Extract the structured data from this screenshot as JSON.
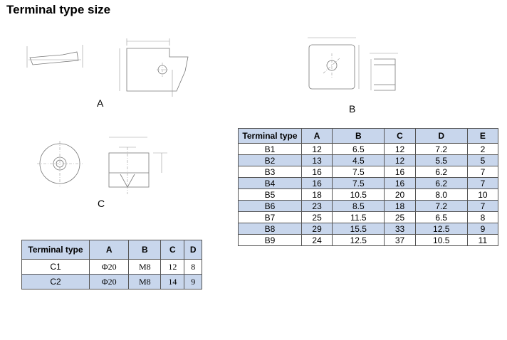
{
  "title": "Terminal type size",
  "figures": {
    "a_label": "A",
    "b_label": "B",
    "c_label": "C"
  },
  "table_b": {
    "headers": [
      "Terminal type",
      "A",
      "B",
      "C",
      "D",
      "E"
    ],
    "rows": [
      [
        "B1",
        "12",
        "6.5",
        "12",
        "7.2",
        "2"
      ],
      [
        "B2",
        "13",
        "4.5",
        "12",
        "5.5",
        "5"
      ],
      [
        "B3",
        "16",
        "7.5",
        "16",
        "6.2",
        "7"
      ],
      [
        "B4",
        "16",
        "7.5",
        "16",
        "6.2",
        "7"
      ],
      [
        "B5",
        "18",
        "10.5",
        "20",
        "8.0",
        "10"
      ],
      [
        "B6",
        "23",
        "8.5",
        "18",
        "7.2",
        "7"
      ],
      [
        "B7",
        "25",
        "11.5",
        "25",
        "6.5",
        "8"
      ],
      [
        "B8",
        "29",
        "15.5",
        "33",
        "12.5",
        "9"
      ],
      [
        "B9",
        "24",
        "12.5",
        "37",
        "10.5",
        "11"
      ]
    ]
  },
  "table_c": {
    "headers": [
      "Terminal type",
      "A",
      "B",
      "C",
      "D"
    ],
    "rows": [
      [
        "C1",
        "Φ20",
        "M8",
        "12",
        "8"
      ],
      [
        "C2",
        "Φ20",
        "M8",
        "14",
        "9"
      ]
    ]
  }
}
